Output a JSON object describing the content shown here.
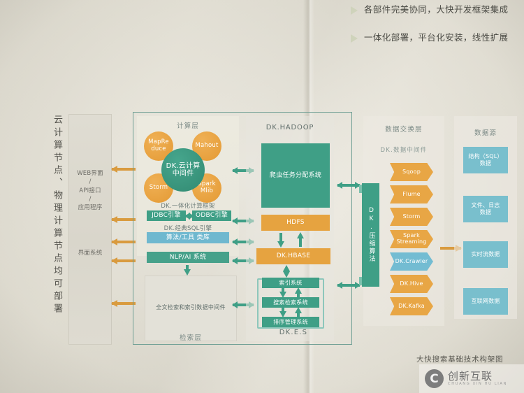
{
  "bullets": [
    {
      "icon": "triangle-bullet-icon",
      "text": "各部件完美协同，大快开发框架集成"
    },
    {
      "icon": "triangle-bullet-icon",
      "text": "一体化部署，平台化安装，线性扩展"
    }
  ],
  "left_caption": "云计算节点、物理计算节点均可部署",
  "ui_column": {
    "interface_label": "WEB界面\n/\nAPI接口\n/\n应用程序",
    "system_label": "界面系统"
  },
  "compute_layer": {
    "title": "计算层",
    "center": "DK.云计算\n中间件",
    "circles": [
      {
        "label": "MapRe\nduce",
        "color": "#e49a34"
      },
      {
        "label": "Mahout",
        "color": "#e49a34"
      },
      {
        "label": "Storm",
        "color": "#e49a34"
      },
      {
        "label": "Spark\nMlib",
        "color": "#e49a34"
      }
    ],
    "framework_caption": "DK.一体化计算框架",
    "engines": [
      {
        "label": "JDBC引擎",
        "color": "#3f9f86"
      },
      {
        "label": "ODBC引擎",
        "color": "#3f9f86"
      }
    ],
    "sql_caption": "DK.经典SQL引擎",
    "bars": [
      {
        "label": "算法/工具 类库",
        "color": "#6fb8cf"
      },
      {
        "label": "NLP/AI 系统",
        "color": "#3f9f86"
      }
    ]
  },
  "retrieval_layer": {
    "middleware": "全文检索和索引数据中间件",
    "title": "检索层"
  },
  "hadoop": {
    "title": "DK.HADOOP",
    "crawler_system": "爬虫任务分配系统",
    "hdfs": "HDFS",
    "hbase": "DK.HBASE",
    "es_boxes": [
      {
        "label": "索引系统"
      },
      {
        "label": "搜索检索系统"
      },
      {
        "label": "排序管理系统"
      }
    ],
    "es_title": "DK.E.S"
  },
  "exchange_layer": {
    "title": "数据交换层",
    "middleware_title": "DK.数据中间件",
    "compress": "DK.压缩算法",
    "components": [
      {
        "label": "Sqoop",
        "color": "#e8a645"
      },
      {
        "label": "Flume",
        "color": "#e8a645"
      },
      {
        "label": "Storm",
        "color": "#e8a645"
      },
      {
        "label": "Spark\nStreaming",
        "color": "#e8a645"
      },
      {
        "label": "DK.Crawler",
        "color": "#73bcd2"
      },
      {
        "label": "DK.Hive",
        "color": "#e8a645"
      },
      {
        "label": "DK.Kafka",
        "color": "#e8a645"
      }
    ]
  },
  "data_source": {
    "title": "数据源",
    "items": [
      {
        "label": "结构（SQL）\n数据"
      },
      {
        "label": "文件、日志\n数据"
      },
      {
        "label": "实时流数据"
      },
      {
        "label": "互联网数据"
      }
    ]
  },
  "figure_caption": "大快搜索基础技术构架图",
  "watermark": {
    "mark": "C",
    "cn": "创新互联",
    "en": "CHUANG XIN HU LIAN"
  },
  "colors": {
    "teal": "#3f9f86",
    "orange": "#e6a340",
    "blue": "#6fb8cf",
    "source_blue": "#79bfcd",
    "frame_border": "#6f9f94",
    "paper": "#e8e5da"
  }
}
